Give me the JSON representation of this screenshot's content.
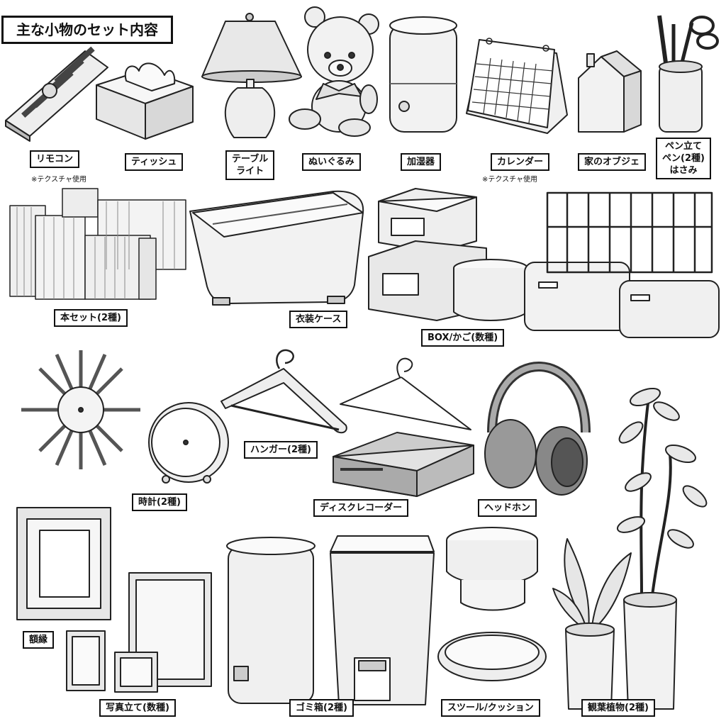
{
  "title": "主な小物のセット内容",
  "note_texture": "※テクスチャ使用",
  "items": [
    {
      "key": "remote",
      "label": "リモコン"
    },
    {
      "key": "tissue",
      "label": "ティッシュ"
    },
    {
      "key": "lamp",
      "label": "テーブル\nライト"
    },
    {
      "key": "bear",
      "label": "ぬいぐるみ"
    },
    {
      "key": "humidifier",
      "label": "加湿器"
    },
    {
      "key": "calendar",
      "label": "カレンダー"
    },
    {
      "key": "house",
      "label": "家のオブジェ"
    },
    {
      "key": "penstand",
      "label": "ペン立て\nペン(2種)\nはさみ"
    },
    {
      "key": "books",
      "label": "本セット(2種)"
    },
    {
      "key": "clothes_case",
      "label": "衣装ケース"
    },
    {
      "key": "boxes",
      "label": "BOX/かご(数種)"
    },
    {
      "key": "clock",
      "label": "時計(2種)"
    },
    {
      "key": "hanger",
      "label": "ハンガー(2種)"
    },
    {
      "key": "recorder",
      "label": "ディスクレコーダー"
    },
    {
      "key": "headphones",
      "label": "ヘッドホン"
    },
    {
      "key": "frame",
      "label": "額縁"
    },
    {
      "key": "photo",
      "label": "写真立て(数種)"
    },
    {
      "key": "trash",
      "label": "ゴミ箱(2種)"
    },
    {
      "key": "stool",
      "label": "スツール/クッション"
    },
    {
      "key": "plant",
      "label": "観葉植物(2種)"
    }
  ]
}
